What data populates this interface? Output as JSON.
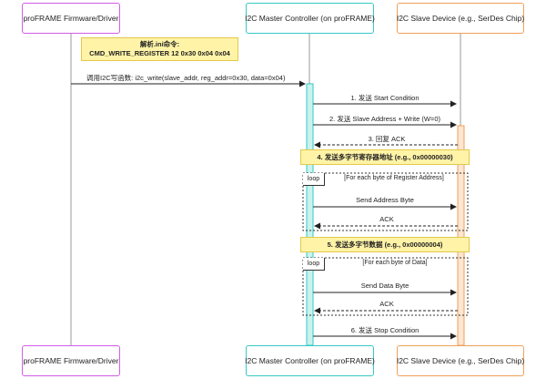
{
  "participants": {
    "driver": "proFRAME Firmware/Driver",
    "master": "I2C Master Controller (on proFRAME)",
    "slave": "I2C Slave Device (e.g., SerDes Chip)"
  },
  "notes": {
    "ini_title": "解析.ini命令:",
    "ini_cmd": "CMD_WRITE_REGISTER 12 0x30 0x04 0x04",
    "reg_addr": "4. 发送多字节寄存器地址 (e.g., 0x00000030)",
    "data": "5. 发送多字节数据 (e.g., 0x00000004)"
  },
  "messages": {
    "call_write": "调用I2C写函数: i2c_write(slave_addr, reg_addr=0x30, data=0x04)",
    "start": "1. 发送 Start Condition",
    "slave_addr": "2. 发送 Slave Address + Write (W=0)",
    "ack_reply": "3. 回复 ACK",
    "send_addr_byte": "Send Address Byte",
    "ack1": "ACK",
    "send_data_byte": "Send Data Byte",
    "ack2": "ACK",
    "stop": "6. 发送 Stop Condition"
  },
  "loops": {
    "tag": "loop",
    "reg_loop_label": "[For each byte of Register Address]",
    "data_loop_label": "[For each byte of Data]"
  },
  "colors": {
    "driver_border": "#d15de6",
    "master_border": "#35c9c4",
    "slave_border": "#f0a05a",
    "note_fill": "#fff3a7",
    "master_activation": "#c9f2ee",
    "slave_activation": "#fde6d2"
  }
}
